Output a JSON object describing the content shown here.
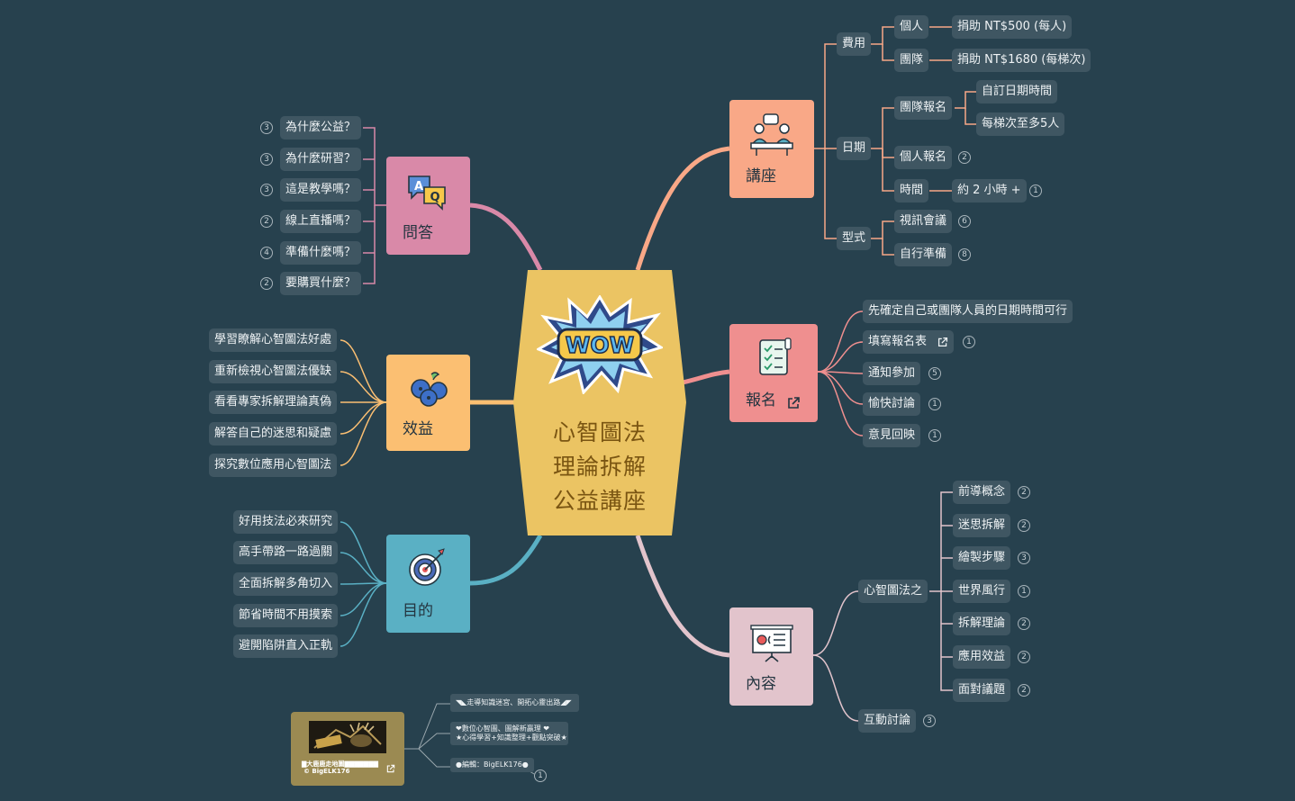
{
  "center": {
    "lines": [
      "心智圖法",
      "理論拆解",
      "公益講座"
    ],
    "sticker_text": "WOW"
  },
  "topics": {
    "lecture": "講座",
    "signup": "報名",
    "content": "內容",
    "qa": "問答",
    "benefit": "效益",
    "goal": "目的"
  },
  "lecture": {
    "fee": {
      "label": "費用",
      "personal": "個人",
      "personal_value": "捐助 NT$500 (每人)",
      "team": "團隊",
      "team_value": "捐助 NT$1680 (每梯次)"
    },
    "date": {
      "label": "日期",
      "team_signup": "團隊報名",
      "custom_date": "自訂日期時間",
      "per_session": "每梯次至多5人",
      "personal_signup": "個人報名",
      "personal_signup_count": "2",
      "time": "時間",
      "duration": "約 2 小時 +",
      "duration_count": "1"
    },
    "format": {
      "label": "型式",
      "video": "視訊會議",
      "video_count": "6",
      "prepare": "自行準備",
      "prepare_count": "8"
    }
  },
  "signup": {
    "items": [
      {
        "label": "先確定自己或團隊人員的日期時間可行",
        "count": ""
      },
      {
        "label": "填寫報名表",
        "count": "1"
      },
      {
        "label": "通知參加",
        "count": "5"
      },
      {
        "label": "愉快討論",
        "count": "1"
      },
      {
        "label": "意見回映",
        "count": "1"
      }
    ]
  },
  "content": {
    "mindmap": "心智圖法之",
    "items": [
      {
        "label": "前導概念",
        "count": "2"
      },
      {
        "label": "迷思拆解",
        "count": "2"
      },
      {
        "label": "繪製步驟",
        "count": "3"
      },
      {
        "label": "世界風行",
        "count": "1"
      },
      {
        "label": "拆解理論",
        "count": "2"
      },
      {
        "label": "應用效益",
        "count": "2"
      },
      {
        "label": "面對議題",
        "count": "2"
      }
    ],
    "interaction": "互動討論",
    "interaction_count": "3"
  },
  "qa": {
    "items": [
      {
        "label": "為什麼公益？",
        "count": "3"
      },
      {
        "label": "為什麼研習？",
        "count": "3"
      },
      {
        "label": "這是教學嗎？",
        "count": "3"
      },
      {
        "label": "線上直播嗎？",
        "count": "2"
      },
      {
        "label": "準備什麼嗎？",
        "count": "4"
      },
      {
        "label": "要購買什麼？",
        "count": "2"
      }
    ]
  },
  "benefit": {
    "items": [
      "學習瞭解心智圖法好處",
      "重新檢視心智圖法優缺",
      "看看專家拆解理論真偽",
      "解答自己的迷思和疑慮",
      "探究數位應用心智圖法"
    ]
  },
  "goal": {
    "items": [
      "好用技法必來研究",
      "高手帶路一路過關",
      "全面拆解多角切入",
      "節省時間不用摸索",
      "避開陷阱直入正軌"
    ]
  },
  "footer": {
    "card_title": "▇大鹿鹿走地圖▇▇▇▇▇▇▇",
    "card_copyright": "© BigELK176",
    "note1": "◥◣走導知識迷宮、開拓心靈出路◢◤",
    "note2_line1": "❤數位心智圖、圖解新贏理 ❤",
    "note2_line2": "★心得學習+知識整理+觀點突破★",
    "note3": "●編輯：BigELK176●",
    "note3_count": "1"
  },
  "colors": {
    "background": "#27414e",
    "lecture": "#f9a887",
    "signup": "#ef8f8f",
    "content": "#e2c4cc",
    "qa": "#d989a8",
    "benefit": "#fbbf72",
    "goal": "#5ab0c4",
    "center": "#ebc463",
    "node": "#3f5662"
  }
}
